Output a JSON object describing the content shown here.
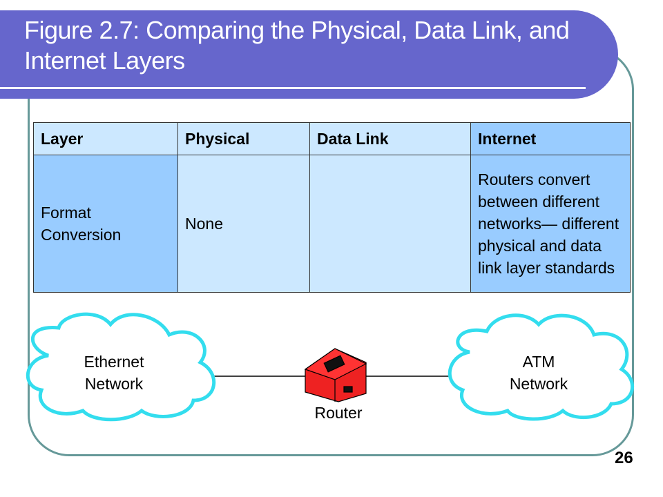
{
  "title": "Figure 2.7: Comparing the Physical, Data Link, and Internet Layers",
  "table": {
    "headers": [
      "Layer",
      "Physical",
      "Data Link",
      "Internet"
    ],
    "row": [
      "Format Conversion",
      "None",
      "",
      "Routers convert between different networks— different physical and data link layer standards"
    ]
  },
  "diagram": {
    "left_cloud": "Ethernet Network",
    "right_cloud": "ATM Network",
    "router": "Router"
  },
  "page_number": "26"
}
